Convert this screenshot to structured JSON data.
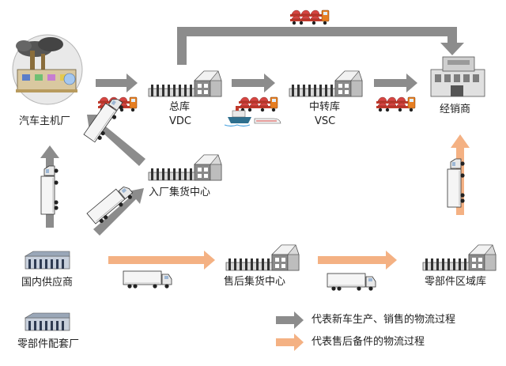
{
  "nodes": {
    "oem": "汽车主机厂",
    "hq": {
      "line1": "总库",
      "line2": "VDC"
    },
    "transfer": {
      "line1": "中转库",
      "line2": "VSC"
    },
    "dealer": "经销商",
    "inbound_hub": "入厂集货中心",
    "domestic_supplier": "国内供应商",
    "aftersales_hub": "售后集货中心",
    "regional_parts": "零部件区域库",
    "parts_factory": "零部件配套厂"
  },
  "legend": {
    "new_car": {
      "label": "代表新车生产、销售的物流过程",
      "color": "#8c8c8c"
    },
    "aftersales": {
      "label": "代表售后备件的物流过程",
      "color": "#f4b183"
    }
  },
  "icons": {
    "factory": "factory-icon",
    "warehouse": "warehouse-icon",
    "car_carrier": "car-carrier-truck-icon",
    "box_truck": "box-truck-icon",
    "ship_and_train": "ship-and-train-icon",
    "dealer_building": "dealer-building-icon"
  }
}
